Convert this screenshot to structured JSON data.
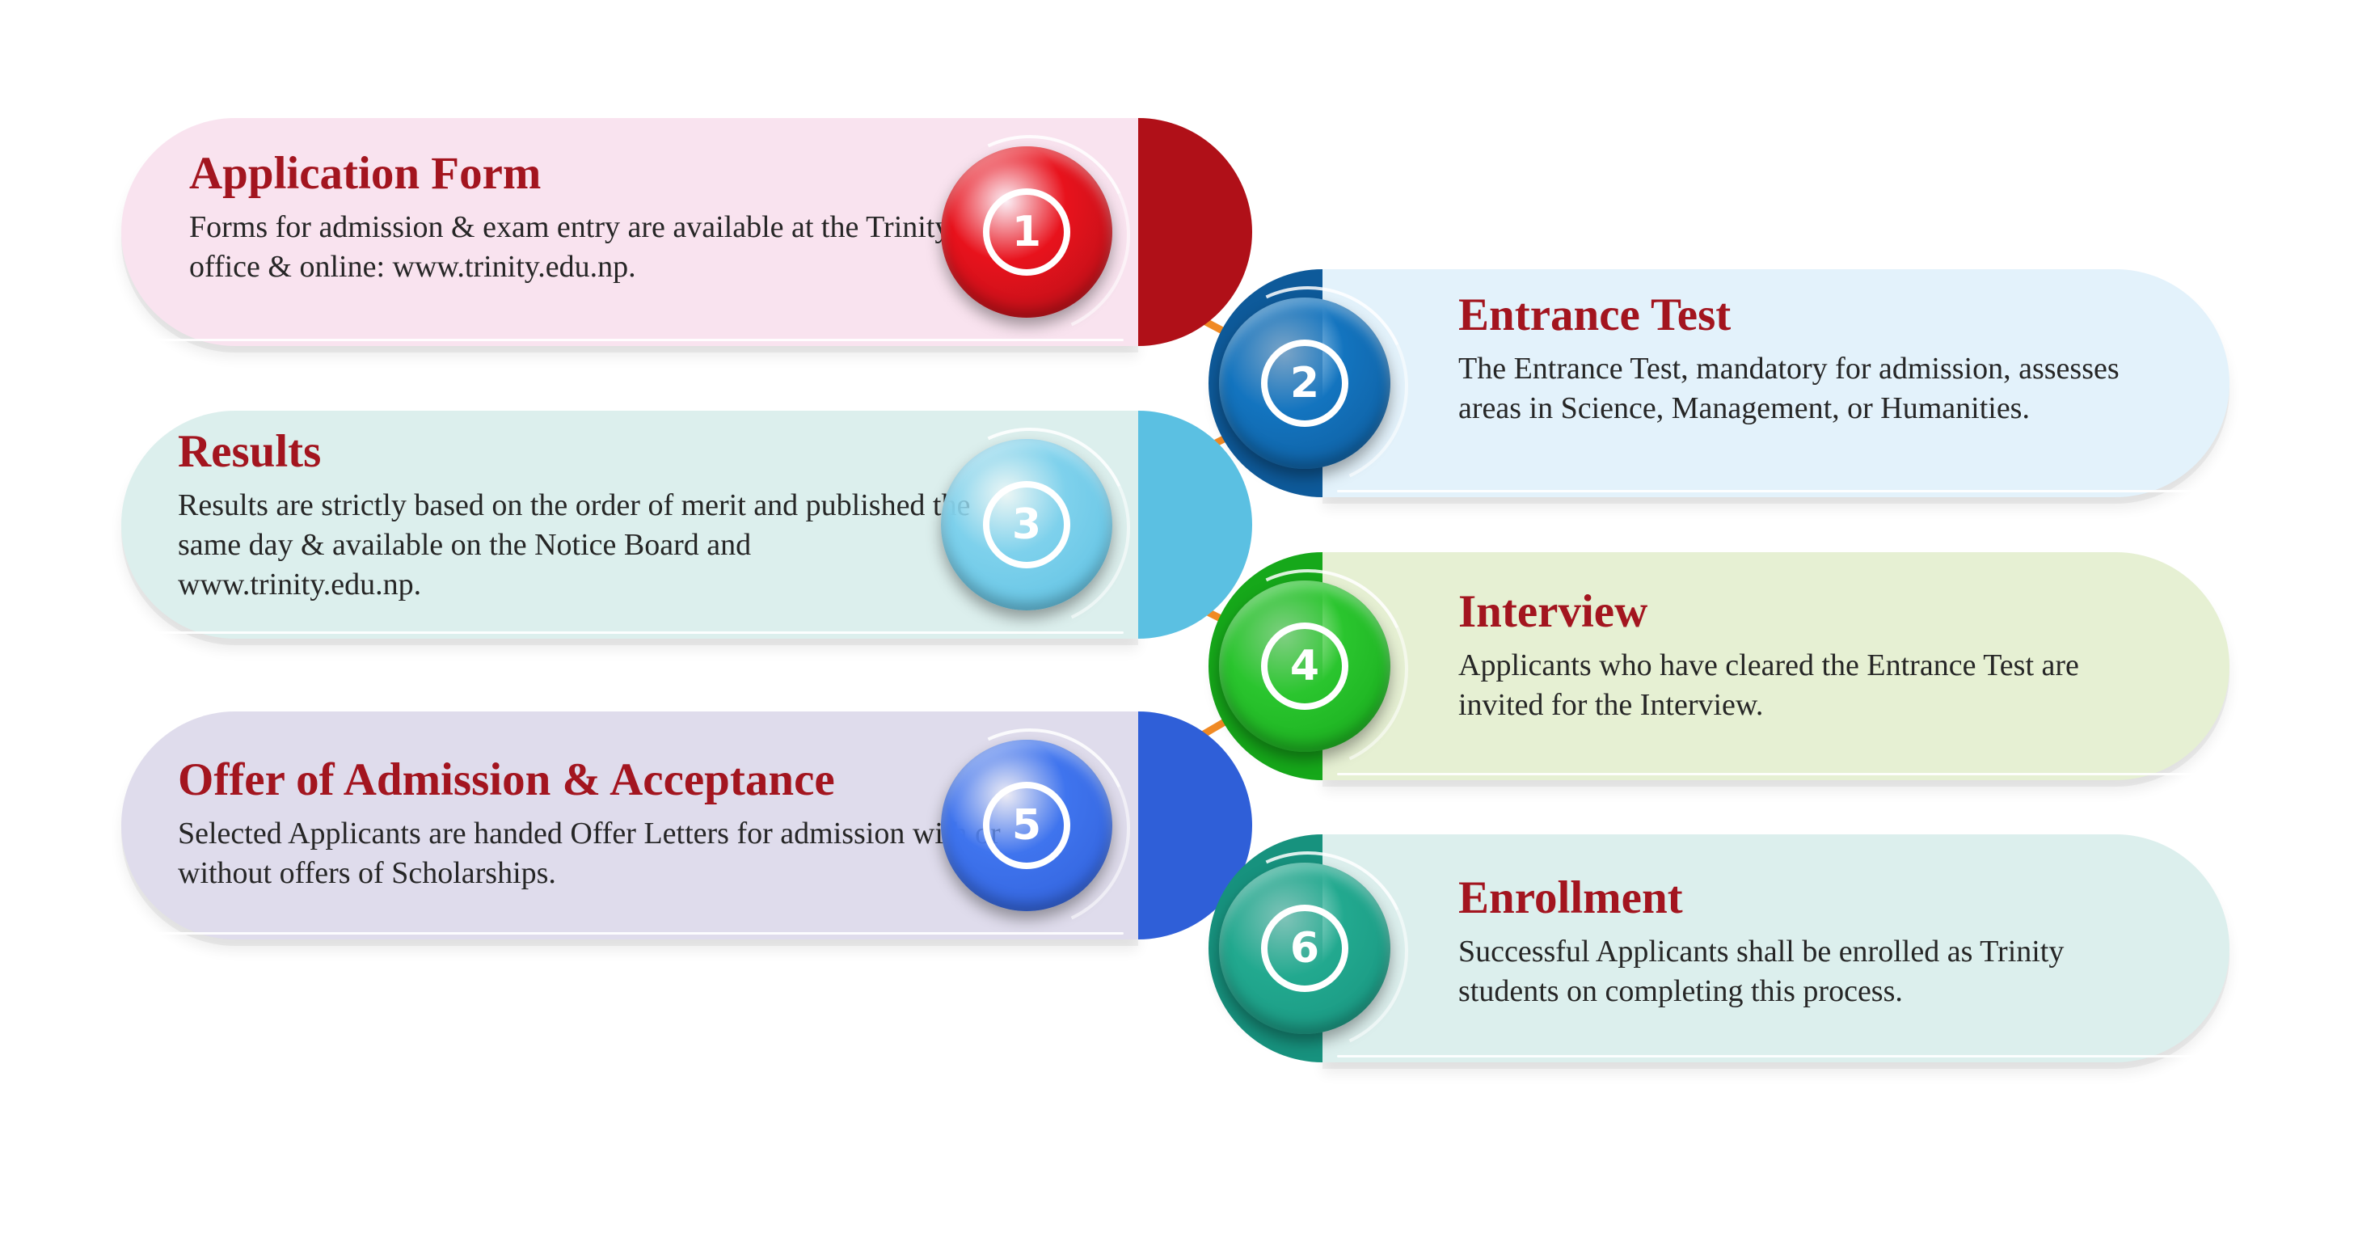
{
  "steps": [
    {
      "number": "1",
      "title": "Application Form",
      "description": "Forms for admission & exam entry are available at the Trinity office & online: www.trinity.edu.np."
    },
    {
      "number": "2",
      "title": "Entrance Test",
      "description": "The Entrance Test, mandatory for admission, assesses areas in Science, Management, or Humanities."
    },
    {
      "number": "3",
      "title": "Results",
      "description": "Results are strictly based on the order of merit and published the same day & available on the Notice Board and www.trinity.edu.np."
    },
    {
      "number": "4",
      "title": "Interview",
      "description": "Applicants who have cleared the Entrance Test are invited for the Interview."
    },
    {
      "number": "5",
      "title": "Offer of Admission & Acceptance",
      "description": "Selected Applicants are handed Offer Letters for admission with or without offers of Scholarships."
    },
    {
      "number": "6",
      "title": "Enrollment",
      "description": "Successful Applicants shall be enrolled as Trinity students on completing this process."
    }
  ],
  "colors": {
    "title": "#a3151f",
    "connector": "#f08a24",
    "step_1": {
      "pill": "#f9e3ef",
      "ring": "#b01018",
      "disc": "#e8121c"
    },
    "step_2": {
      "pill": "#e3f2fb",
      "ring": "#0e5a9a",
      "disc": "#1374bf"
    },
    "step_3": {
      "pill": "#dcefed",
      "ring": "#5bc0e2",
      "disc": "#7ed1ec"
    },
    "step_4": {
      "pill": "#e6f0d3",
      "ring": "#16a81a",
      "disc": "#2ac52e"
    },
    "step_5": {
      "pill": "#dfdcec",
      "ring": "#2f5fd8",
      "disc": "#3f74ee"
    },
    "step_6": {
      "pill": "#dcefed",
      "ring": "#17927e",
      "disc": "#22a98f"
    }
  }
}
